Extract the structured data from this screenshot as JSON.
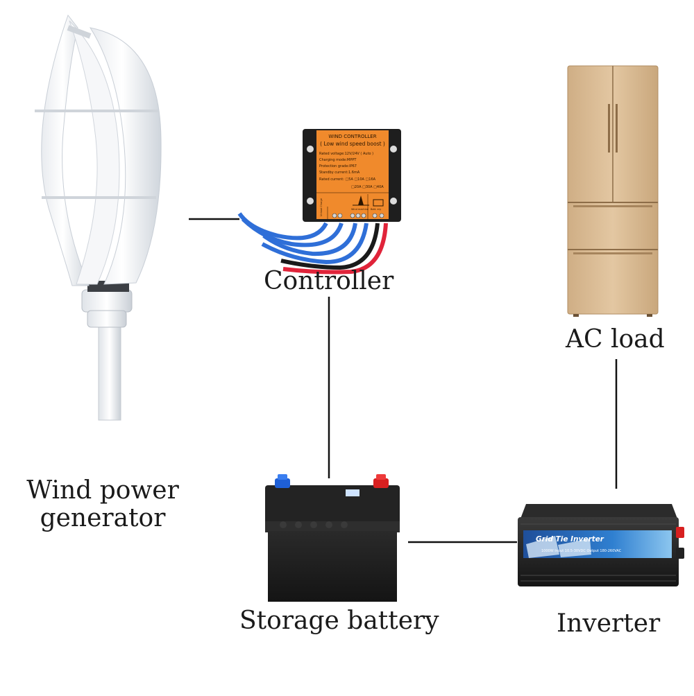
{
  "labels": {
    "wind_generator": [
      "Wind power",
      "generator"
    ],
    "controller": "Controller",
    "ac_load": "AC load",
    "storage_battery": "Storage battery",
    "inverter": "Inverter"
  },
  "controller_panel": {
    "title": "WIND CONTROLLER",
    "subtitle": "( Low wind speed boost )",
    "specs": [
      "Rated voltage:12V/24V ( Auto )",
      "Charging mode:MPPT",
      "Protection grade:IP67",
      "Standby current:1.6mA",
      "Rated current: □5A □10A □16A",
      "□20A □30A □40A"
    ],
    "terminal_left": "Unload Charge",
    "terminal_mid": "Wind machine",
    "terminal_right": "Batt. ery"
  },
  "inverter_panel": {
    "title": "Grid Tie Inverter",
    "spec": "1000W  Input 10.5-30VDC Output 180-260VAC"
  },
  "colors": {
    "controller_orange": "#f08a2c",
    "fridge_champagne": "#d9b98f",
    "battery_black": "#1c1c1c",
    "terminal_red": "#d72020",
    "terminal_blue": "#1e5fd6",
    "wire_blue": "#2f6fd8",
    "wire_red": "#e0243a",
    "connector_line": "#111111"
  }
}
